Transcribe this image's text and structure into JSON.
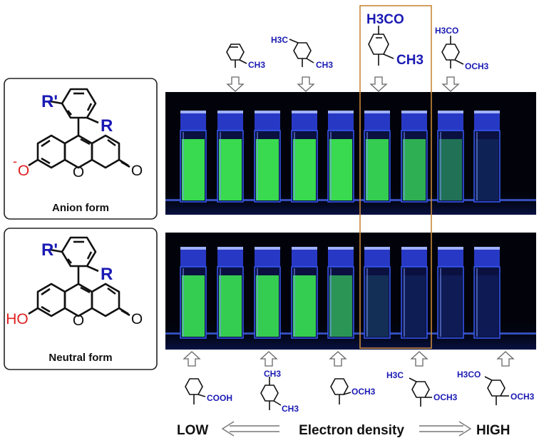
{
  "panels": {
    "anion": {
      "label": "Anion form",
      "substituent_r_prime": "R'",
      "substituent_r": "R",
      "left_group": "O",
      "left_charge": "-",
      "ring_o": "O",
      "right_o": "O"
    },
    "neutral": {
      "label": "Neutral form",
      "substituent_r_prime": "R'",
      "substituent_r": "R",
      "left_group": "HO",
      "ring_o": "O",
      "right_o": "O"
    }
  },
  "top_substituents": [
    {
      "groups": [
        "CH3"
      ]
    },
    {
      "groups": [
        "H3C",
        "CH3"
      ]
    },
    {
      "groups": [
        "H3CO",
        "CH3"
      ]
    },
    {
      "groups": [
        "H3CO",
        "OCH3"
      ]
    }
  ],
  "bottom_substituents": [
    {
      "groups": [
        "COOH"
      ]
    },
    {
      "groups": [
        "CH3",
        "CH3"
      ]
    },
    {
      "groups": [
        "OCH3"
      ]
    },
    {
      "groups": [
        "H3C",
        "OCH3"
      ]
    },
    {
      "groups": [
        "H3CO",
        "OCH3"
      ]
    }
  ],
  "axis": {
    "low": "LOW",
    "title": "Electron density",
    "high": "HIGH"
  },
  "colors": {
    "substituent_blue": "#1a1ab4",
    "charge_red": "#e02020",
    "highlight_box": "#c8873a",
    "fluorescence_green": "#3ee67a",
    "cuvette_blue": "#3a5cff"
  },
  "fluorescence": {
    "top": [
      1.0,
      1.0,
      1.0,
      1.0,
      1.0,
      0.95,
      0.85,
      0.6,
      0.1
    ],
    "bottom": [
      0.95,
      0.95,
      0.95,
      0.95,
      0.75,
      0.22,
      0.05,
      0.03,
      0.02
    ]
  }
}
